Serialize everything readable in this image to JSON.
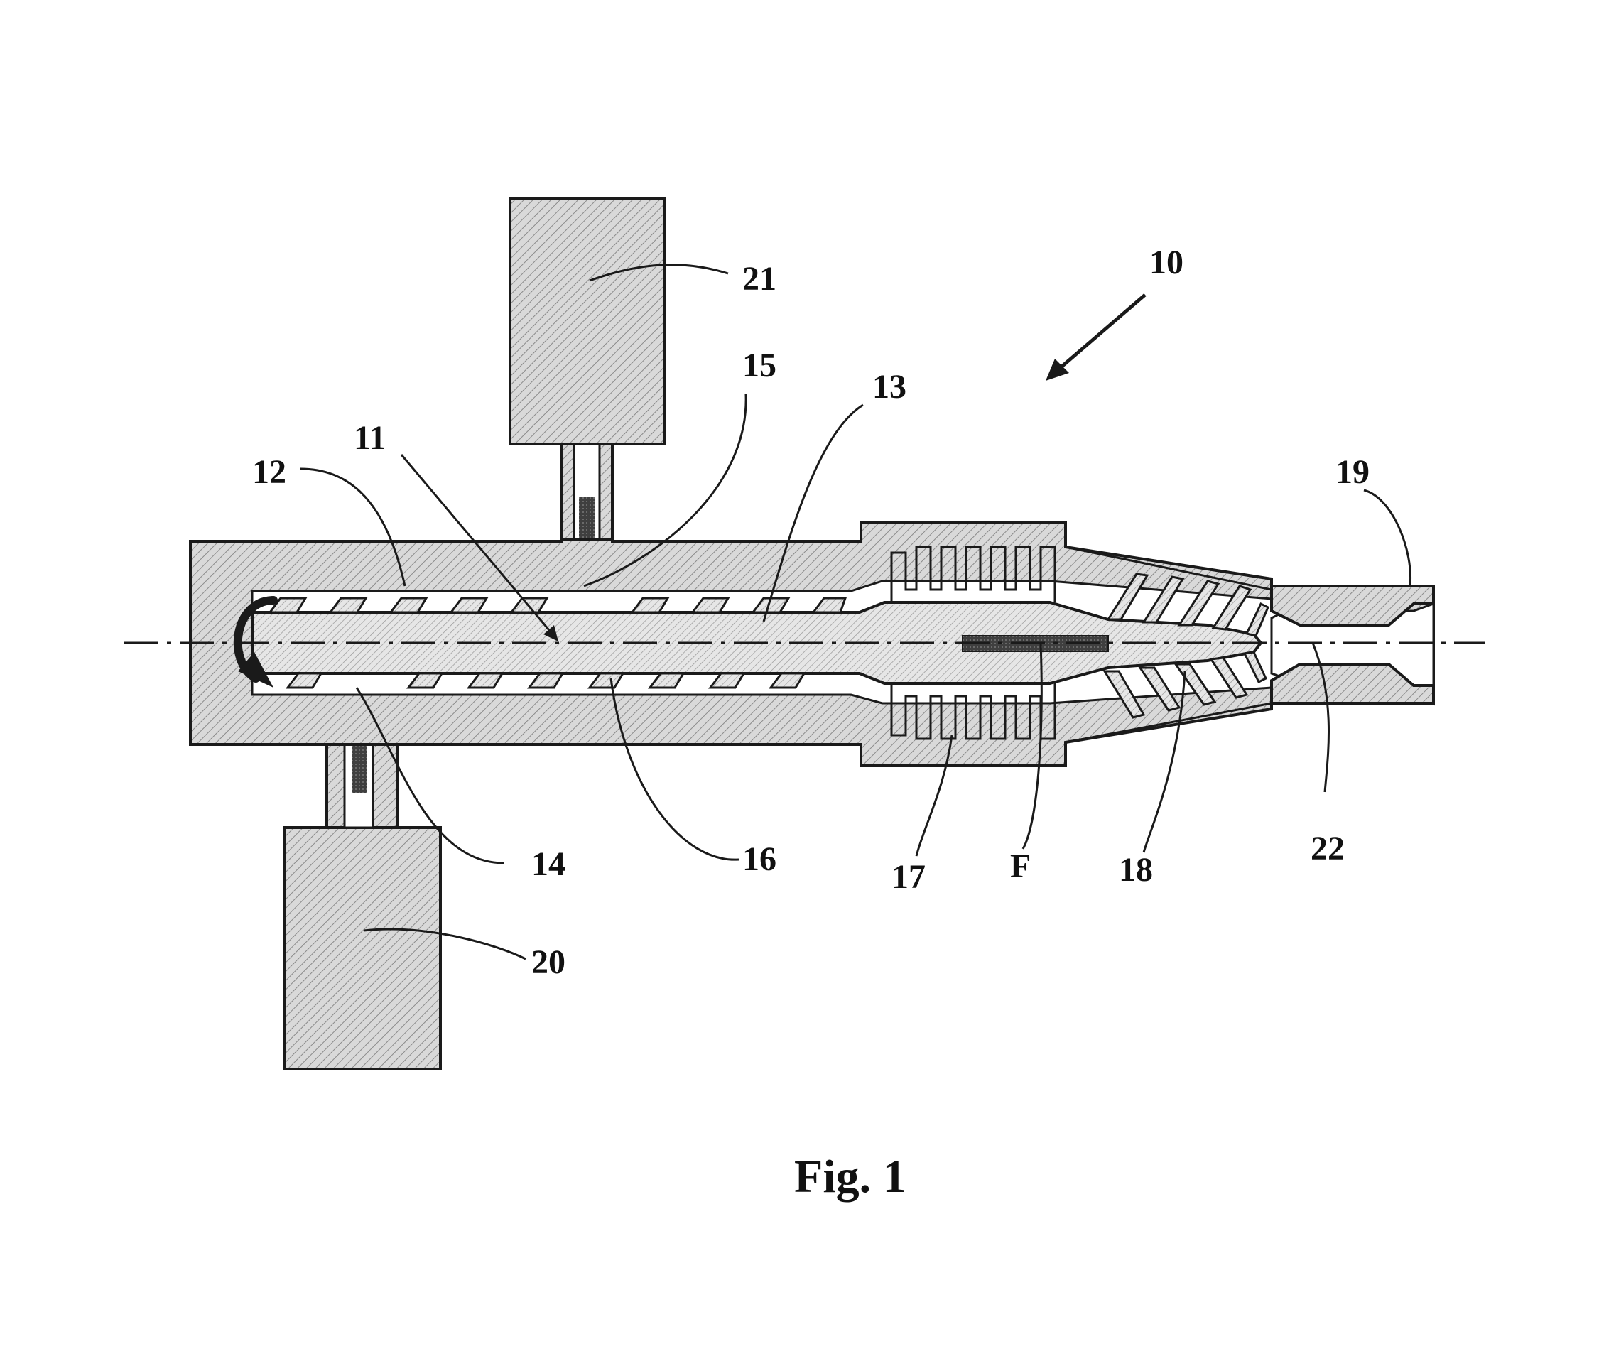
{
  "figure": {
    "caption": "Fig. 1"
  },
  "labels": {
    "assembly": "10",
    "screw": "11",
    "flight": "12",
    "barrel": "13",
    "inlet_lower": "14",
    "inlet_upper": "15",
    "channel": "16",
    "mixer": "17",
    "flow": "F",
    "cone_section": "18",
    "nozzle": "19",
    "lower_feeder": "20",
    "upper_feeder": "21",
    "outlet": "22"
  },
  "colors": {
    "line": "#1a1a1a",
    "hatch_fill": "#d9d9d9",
    "hatch_line": "#8a8a8a",
    "marker": "#4a4a4a"
  },
  "icons": {
    "rotation": "curved-arrow-icon",
    "assembly_pointer": "arrow-icon"
  }
}
